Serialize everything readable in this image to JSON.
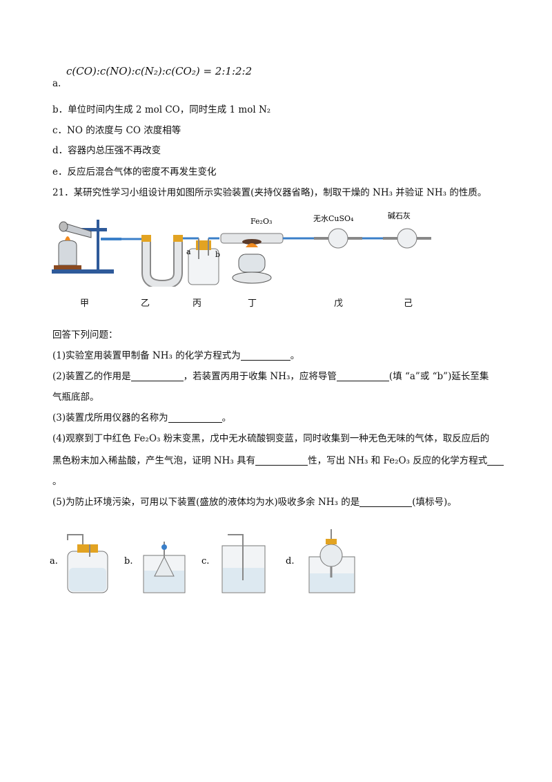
{
  "prev_options": {
    "a_label": "a.",
    "a_formula": "c(CO):c(NO):c(N₂):c(CO₂) = 2:1:2:2",
    "b": "b．单位时间内生成 2 mol CO，同时生成 1 mol N₂",
    "c": "c．NO 的浓度与 CO 浓度相等",
    "d": "d．容器内总压强不再改变",
    "e": "e．反应后混合气体的密度不再发生变化"
  },
  "q21": {
    "stem": "21．某研究性学习小组设计用如图所示实验装置(夹持仪器省略)，制取干燥的 NH₃ 并验证 NH₃ 的性质。",
    "figure": {
      "fe2o3_label": "Fe₂O₃",
      "cuso4_label": "无水CuSO₄",
      "lime_label": "碱石灰",
      "port_a": "a",
      "port_b": "b",
      "apparatus_labels": [
        "甲",
        "乙",
        "丙",
        "丁",
        "戊",
        "己"
      ]
    },
    "prompt": "回答下列问题：",
    "p1_pre": "(1)实验室用装置甲制备 NH₃ 的化学方程式为",
    "p1_post": "。",
    "p2_pre": "(2)装置乙的作用是",
    "p2_mid": "，若装置丙用于收集 NH₃，应将导管",
    "p2_post": "(填 “a”或 “b”)延长至集",
    "p2_line2": "气瓶底部。",
    "p3_pre": "(3)装置戊所用仪器的名称为",
    "p3_post": "。",
    "p4_line1": "(4)观察到丁中红色 Fe₂O₃ 粉末变黑，戊中无水硫酸铜变蓝，同时收集到一种无色无味的气体，取反应后的",
    "p4_pre": "黑色粉末加入稀盐酸，产生气泡，证明 NH₃ 具有",
    "p4_mid": "性，写出 NH₃ 和 Fe₂O₃ 反应的化学方程式",
    "p4_end": "。",
    "p5_pre": "(5)为防止环境污染，可用以下装置(盛放的液体均为水)吸收多余 NH₃ 的是",
    "p5_post": "(填标号)。",
    "option_labels": [
      "a.",
      "b.",
      "c.",
      "d."
    ]
  }
}
